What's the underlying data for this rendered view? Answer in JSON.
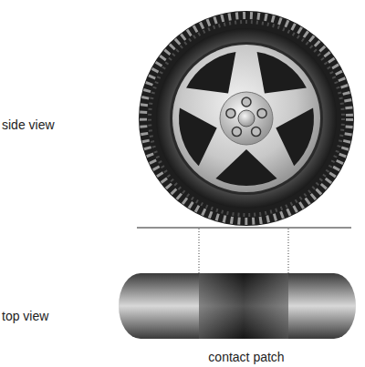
{
  "diagram": {
    "labels": [
      "side view",
      "top view",
      "contact patch"
    ]
  }
}
